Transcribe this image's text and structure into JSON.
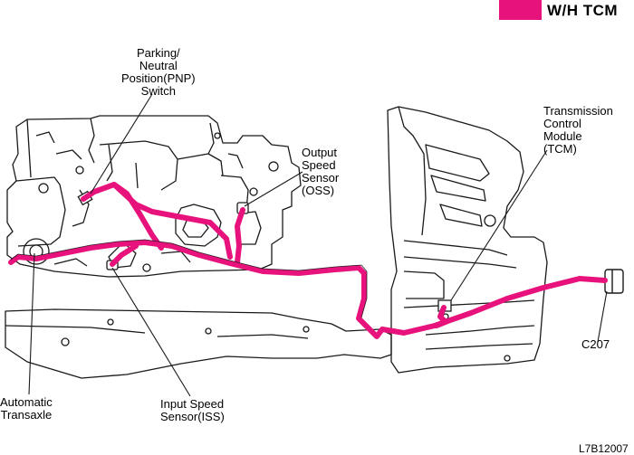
{
  "header": {
    "title": "W/H  TCM",
    "accent_color": "#e8127c"
  },
  "labels": {
    "pnp": [
      "Parking/",
      "Neutral",
      "Position(PNP)",
      "Switch"
    ],
    "oss": [
      "Output",
      "Speed",
      "Sensor",
      "(OSS)"
    ],
    "tcm": [
      "Transmission",
      "Control",
      "Module",
      "(TCM)"
    ],
    "connector": "C207",
    "transaxle": [
      "Automatic",
      "Transaxle"
    ],
    "iss": [
      "Input Speed",
      "Sensor(ISS)"
    ]
  },
  "figure_code": "L7B12007",
  "colors": {
    "harness": "#e8127c",
    "outline": "#1a1a1a",
    "background": "#ffffff"
  }
}
